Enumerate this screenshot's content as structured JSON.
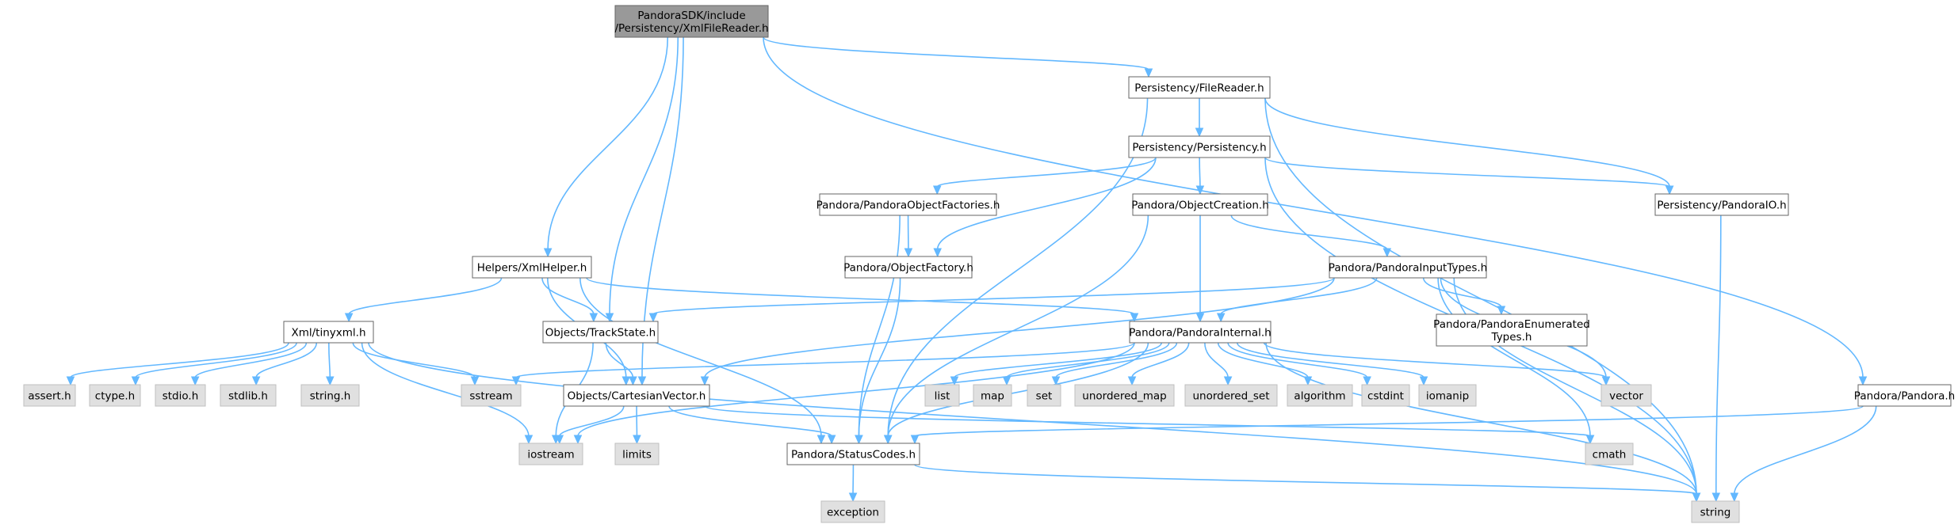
{
  "colors": {
    "root_fill": "#999999",
    "node_fill": "#ffffff",
    "system_fill": "#e0e0e0",
    "border": "#666666",
    "edge": "#63b8ff"
  },
  "nodes": {
    "root": [
      "PandoraSDK/include",
      "/Persistency/XmlFileReader.h"
    ],
    "file_reader": [
      "Persistency/FileReader.h"
    ],
    "persistency": [
      "Persistency/Persistency.h"
    ],
    "pandora_io": [
      "Persistency/PandoraIO.h"
    ],
    "object_factories": [
      "Pandora/PandoraObjectFactories.h"
    ],
    "object_creation": [
      "Pandora/ObjectCreation.h"
    ],
    "object_factory": [
      "Pandora/ObjectFactory.h"
    ],
    "input_types": [
      "Pandora/PandoraInputTypes.h"
    ],
    "enumerated_types": [
      "Pandora/PandoraEnumerated",
      "Types.h"
    ],
    "xml_helper": [
      "Helpers/XmlHelper.h"
    ],
    "tinyxml": [
      "Xml/tinyxml.h"
    ],
    "track_state": [
      "Objects/TrackState.h"
    ],
    "pandora_internal": [
      "Pandora/PandoraInternal.h"
    ],
    "cartesian_vector": [
      "Objects/CartesianVector.h"
    ],
    "status_codes": [
      "Pandora/StatusCodes.h"
    ],
    "pandora_h": [
      "Pandora/Pandora.h"
    ],
    "assert_h": [
      "assert.h"
    ],
    "ctype_h": [
      "ctype.h"
    ],
    "stdio_h": [
      "stdio.h"
    ],
    "stdlib_h": [
      "stdlib.h"
    ],
    "string_h": [
      "string.h"
    ],
    "sstream": [
      "sstream"
    ],
    "iostream": [
      "iostream"
    ],
    "limits": [
      "limits"
    ],
    "list": [
      "list"
    ],
    "map": [
      "map"
    ],
    "set": [
      "set"
    ],
    "unordered_map": [
      "unordered_map"
    ],
    "unordered_set": [
      "unordered_set"
    ],
    "algorithm": [
      "algorithm"
    ],
    "cstdint": [
      "cstdint"
    ],
    "iomanip": [
      "iomanip"
    ],
    "vector": [
      "vector"
    ],
    "cmath": [
      "cmath"
    ],
    "exception": [
      "exception"
    ],
    "string": [
      "string"
    ]
  },
  "edges": [
    [
      "root",
      "file_reader"
    ],
    [
      "root",
      "xml_helper"
    ],
    [
      "root",
      "track_state"
    ],
    [
      "root",
      "cartesian_vector"
    ],
    [
      "root",
      "pandora_h"
    ],
    [
      "file_reader",
      "persistency"
    ],
    [
      "file_reader",
      "pandora_io"
    ],
    [
      "file_reader",
      "status_codes"
    ],
    [
      "file_reader",
      "string"
    ],
    [
      "persistency",
      "object_factories"
    ],
    [
      "persistency",
      "object_creation"
    ],
    [
      "persistency",
      "object_factory"
    ],
    [
      "persistency",
      "pandora_io"
    ],
    [
      "persistency",
      "string"
    ],
    [
      "pandora_io",
      "string"
    ],
    [
      "object_factories",
      "object_factory"
    ],
    [
      "object_factories",
      "status_codes"
    ],
    [
      "object_creation",
      "input_types"
    ],
    [
      "object_creation",
      "pandora_internal"
    ],
    [
      "object_creation",
      "status_codes"
    ],
    [
      "object_factory",
      "status_codes"
    ],
    [
      "input_types",
      "track_state"
    ],
    [
      "input_types",
      "cartesian_vector"
    ],
    [
      "input_types",
      "pandora_internal"
    ],
    [
      "input_types",
      "enumerated_types"
    ],
    [
      "input_types",
      "vector"
    ],
    [
      "input_types",
      "cmath"
    ],
    [
      "input_types",
      "string"
    ],
    [
      "xml_helper",
      "tinyxml"
    ],
    [
      "xml_helper",
      "track_state"
    ],
    [
      "xml_helper",
      "cartesian_vector"
    ],
    [
      "xml_helper",
      "pandora_internal"
    ],
    [
      "xml_helper",
      "status_codes"
    ],
    [
      "tinyxml",
      "assert_h"
    ],
    [
      "tinyxml",
      "ctype_h"
    ],
    [
      "tinyxml",
      "stdio_h"
    ],
    [
      "tinyxml",
      "stdlib_h"
    ],
    [
      "tinyxml",
      "string_h"
    ],
    [
      "tinyxml",
      "sstream"
    ],
    [
      "tinyxml",
      "iostream"
    ],
    [
      "tinyxml",
      "string"
    ],
    [
      "track_state",
      "cartesian_vector"
    ],
    [
      "track_state",
      "iostream"
    ],
    [
      "pandora_internal",
      "sstream"
    ],
    [
      "pandora_internal",
      "iostream"
    ],
    [
      "pandora_internal",
      "list"
    ],
    [
      "pandora_internal",
      "map"
    ],
    [
      "pandora_internal",
      "set"
    ],
    [
      "pandora_internal",
      "unordered_map"
    ],
    [
      "pandora_internal",
      "unordered_set"
    ],
    [
      "pandora_internal",
      "algorithm"
    ],
    [
      "pandora_internal",
      "cstdint"
    ],
    [
      "pandora_internal",
      "iomanip"
    ],
    [
      "pandora_internal",
      "vector"
    ],
    [
      "pandora_internal",
      "status_codes"
    ],
    [
      "pandora_internal",
      "string"
    ],
    [
      "cartesian_vector",
      "iostream"
    ],
    [
      "cartesian_vector",
      "limits"
    ],
    [
      "cartesian_vector",
      "cmath"
    ],
    [
      "cartesian_vector",
      "status_codes"
    ],
    [
      "status_codes",
      "exception"
    ],
    [
      "status_codes",
      "string"
    ],
    [
      "pandora_h",
      "status_codes"
    ],
    [
      "pandora_h",
      "string"
    ]
  ]
}
